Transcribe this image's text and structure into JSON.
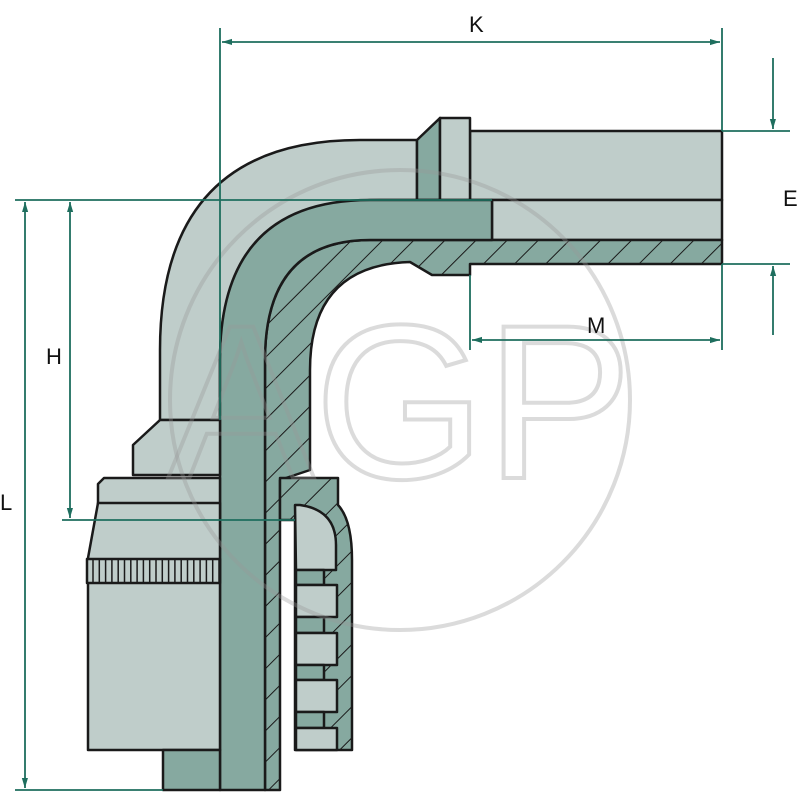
{
  "diagram": {
    "dimension_labels": {
      "K": "K",
      "E": "E",
      "M": "M",
      "H": "H",
      "L": "L"
    },
    "watermark": "AGP",
    "colors": {
      "body_light": "#bfcdca",
      "body_dark": "#86a9a0",
      "outline": "#1a1a1a",
      "dimension_line": "#1e6e5e"
    }
  }
}
